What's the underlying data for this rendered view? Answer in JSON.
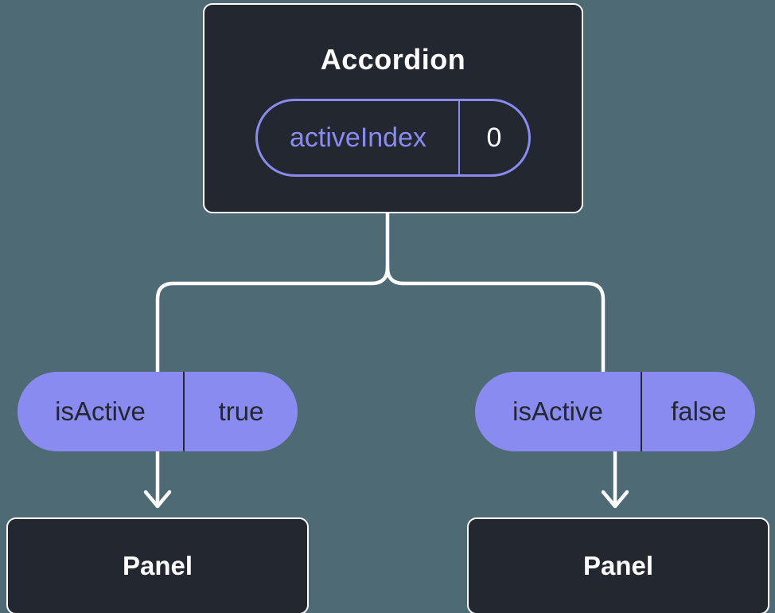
{
  "diagram": {
    "type": "component-state-tree",
    "root_node": {
      "title": "Accordion",
      "prop_name": "activeIndex",
      "prop_value": "0"
    },
    "children": [
      {
        "prop_name": "isActive",
        "prop_value": "true",
        "node_title": "Panel"
      },
      {
        "prop_name": "isActive",
        "prop_value": "false",
        "node_title": "Panel"
      }
    ],
    "colors": {
      "background": "#4d6a75",
      "node_fill": "#23272f",
      "node_border": "#ffffff",
      "accent_purple": "#8a8bf0",
      "pill_text_dark": "#23272f",
      "connector": "#ffffff"
    }
  }
}
